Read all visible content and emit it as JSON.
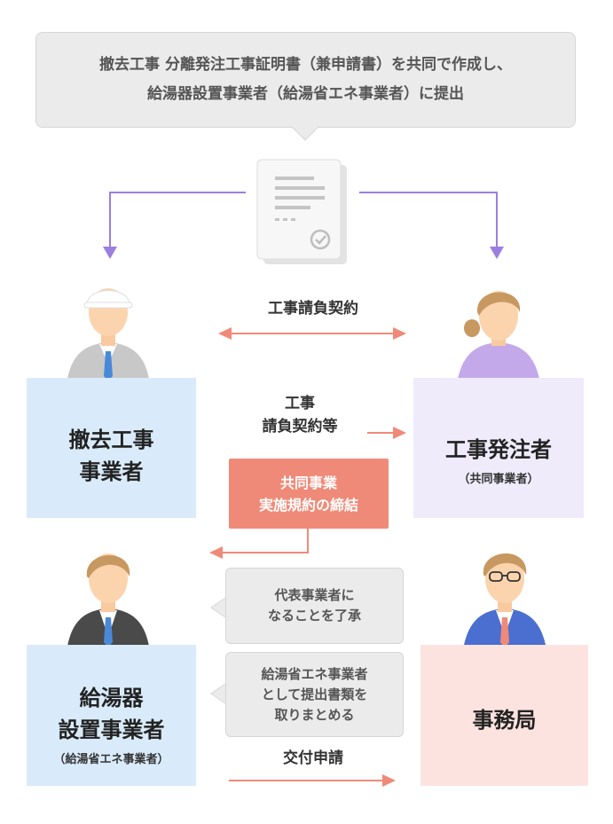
{
  "top_note": {
    "line1": "撤去工事 分離発注工事証明書（兼申請書）を共同で作成し、",
    "line2": "給湯器設置事業者（給湯省エネ事業者）に提出"
  },
  "contractor_removal": {
    "line1": "撤去工事",
    "line2": "事業者"
  },
  "client": {
    "title": "工事発注者",
    "sub": "（共同事業者）"
  },
  "installer": {
    "line1": "給湯器",
    "line2": "設置事業者",
    "sub": "（給湯省エネ事業者）"
  },
  "office": {
    "title": "事務局"
  },
  "arrows": {
    "contract": "工事請負契約",
    "contract_etc_line1": "工事",
    "contract_etc_line2": "請負契約等",
    "application": "交付申請"
  },
  "joint_agreement": {
    "line1": "共同事業",
    "line2": "実施規約の締結"
  },
  "bubbles": {
    "representative_line1": "代表事業者に",
    "representative_line2": "なることを了承",
    "compile_line1": "給湯省エネ事業者",
    "compile_line2": "として提出書類を",
    "compile_line3": "取りまとめる"
  },
  "colors": {
    "purple_arrow": "#9b7fe0",
    "orange_arrow": "#f08a78",
    "blue_box": "#d9ebfa",
    "purple_box": "#efebfb",
    "pink_box": "#fde3df",
    "gray_bubble": "#ebebeb"
  }
}
